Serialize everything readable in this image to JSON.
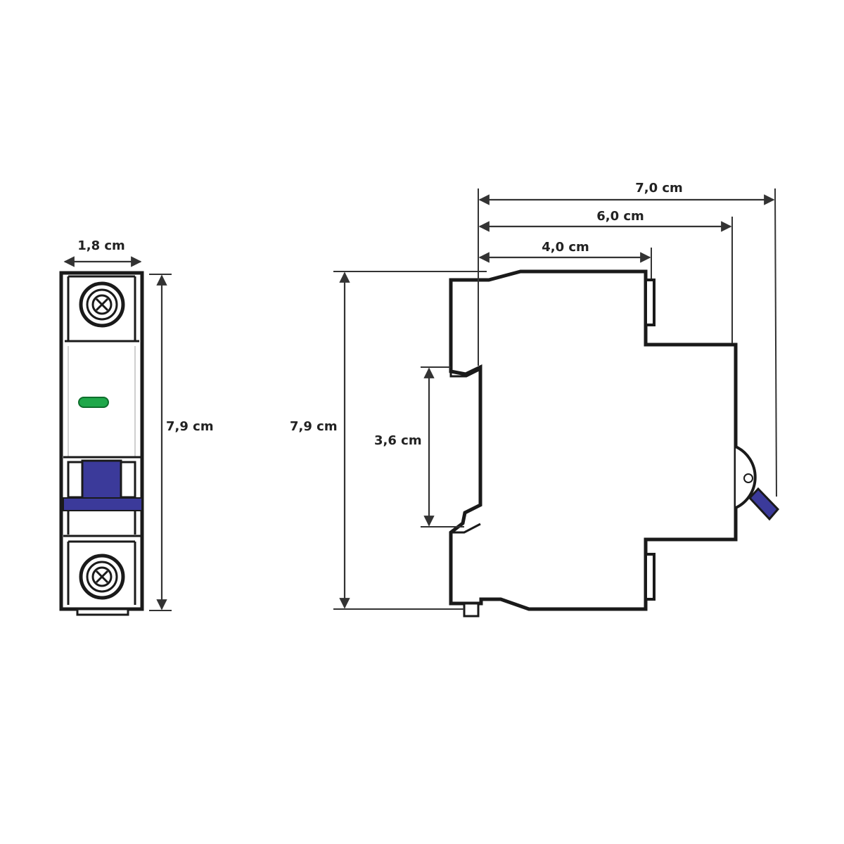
{
  "front_view": {
    "width_label": "1,8 cm",
    "height_label": "7,9 cm",
    "indicator_color": "#1fa84a",
    "toggle_color": "#3b3a9a"
  },
  "side_view": {
    "height_label": "7,9 cm",
    "rail_label": "3,6 cm",
    "depth_4_label": "4,0 cm",
    "depth_6_label": "6,0 cm",
    "depth_7_label": "7,0 cm",
    "lever_color": "#3b3a9a"
  }
}
